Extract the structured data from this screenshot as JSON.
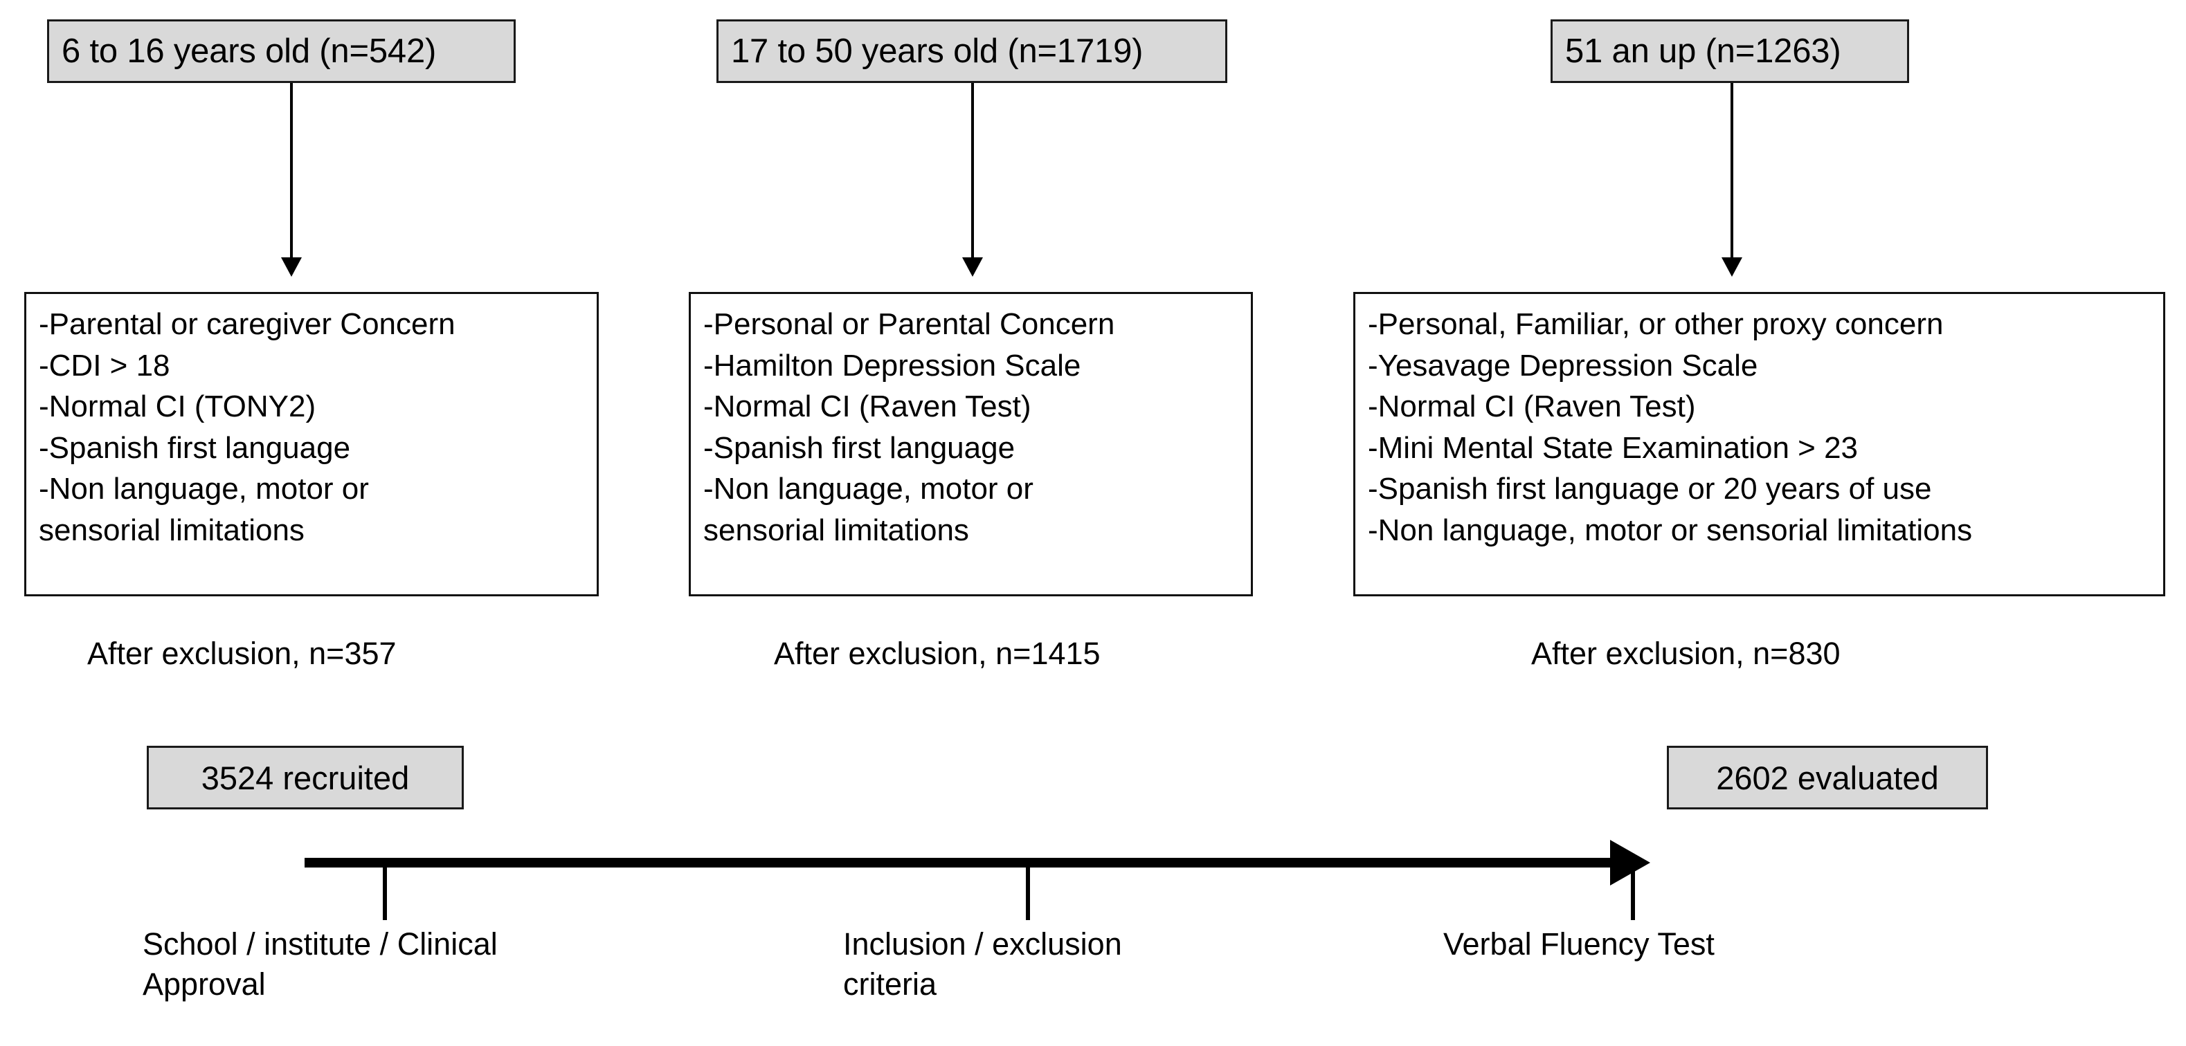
{
  "figure": {
    "type": "flowchart",
    "colors": {
      "box_fill": "#d9d9d9",
      "box_border": "#1a1a1a",
      "criteria_fill": "#ffffff",
      "criteria_border": "#111111",
      "line": "#000000",
      "background": "#ffffff"
    }
  },
  "groups": [
    {
      "header": "6 to 16 years old (n=542)",
      "criteria": [
        "-Parental or caregiver Concern",
        "-CDI > 18",
        "-Normal CI (TONY2)",
        "-Spanish first language",
        "-Non language, motor or sensorial  limitations"
      ],
      "after_exclusion": "After exclusion, n=357"
    },
    {
      "header": "17 to 50 years old (n=1719)",
      "criteria": [
        "-Personal or Parental Concern",
        "-Hamilton Depression Scale",
        "-Normal CI (Raven Test)",
        "-Spanish first language",
        "-Non language, motor or sensorial  limitations"
      ],
      "after_exclusion": "After exclusion, n=1415"
    },
    {
      "header": "51 an up (n=1263)",
      "criteria": [
        "-Personal, Familiar, or other proxy concern",
        "-Yesavage Depression Scale",
        "-Normal CI (Raven Test)",
        "-Mini Mental State Examination > 23",
        "-Spanish first language or 20 years of use",
        "-Non language, motor or sensorial  limitations"
      ],
      "after_exclusion": "After exclusion, n=830"
    }
  ],
  "timeline": {
    "start_box": "3524 recruited",
    "end_box": "2602 evaluated",
    "milestones": [
      "School / institute / Clinical Approval",
      "Inclusion / exclusion criteria",
      "Verbal Fluency Test"
    ]
  }
}
